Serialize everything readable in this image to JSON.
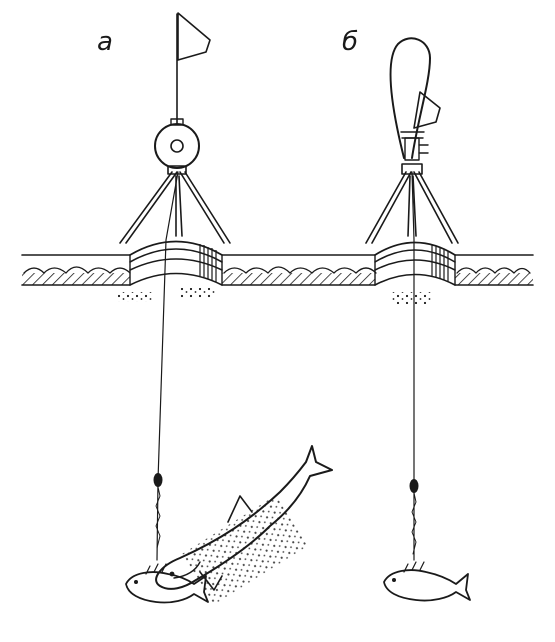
{
  "labels": {
    "a": "а",
    "b": "б"
  },
  "colors": {
    "ink": "#1a1a1a",
    "paper": "#ffffff"
  },
  "icons": {
    "left_rig": "reel-tipup-with-flag",
    "right_rig": "spring-tipup-with-flag",
    "bait": "live-bait-fish",
    "predator": "pike-fish"
  }
}
